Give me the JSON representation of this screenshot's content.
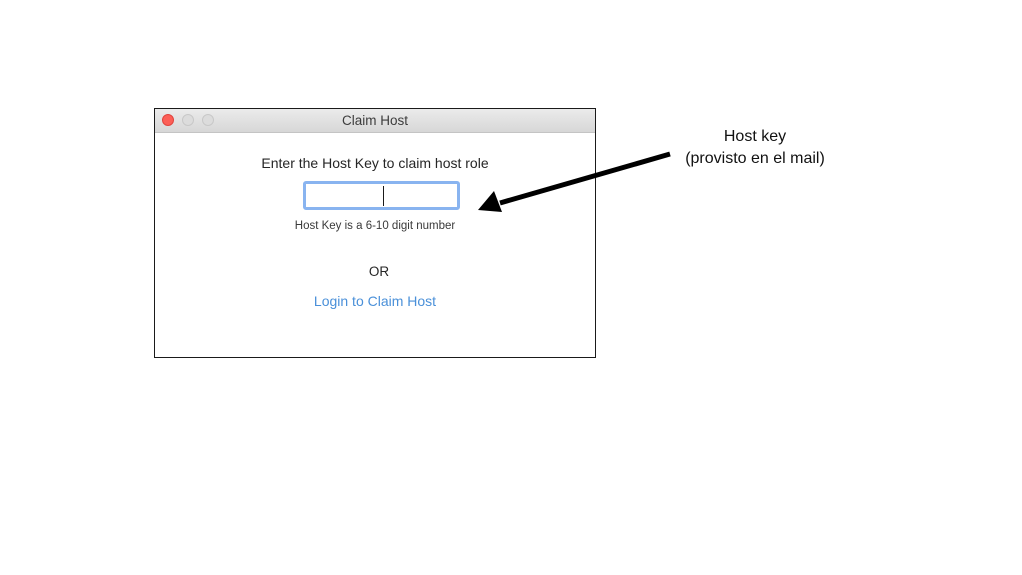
{
  "window": {
    "title": "Claim Host",
    "prompt": "Enter the Host Key to claim host role",
    "input": {
      "value": "",
      "placeholder": ""
    },
    "hint": "Host Key is a 6-10 digit number",
    "or_label": "OR",
    "login_link": "Login to Claim Host"
  },
  "annotation": {
    "line1": "Host key",
    "line2": "(provisto en el mail)"
  },
  "colors": {
    "close_button": "#fc5f57",
    "input_focus_ring": "#89b4f0",
    "link": "#4a90d9"
  },
  "icons": [
    "close-window-icon",
    "minimize-window-icon",
    "maximize-window-icon",
    "arrow-icon"
  ]
}
